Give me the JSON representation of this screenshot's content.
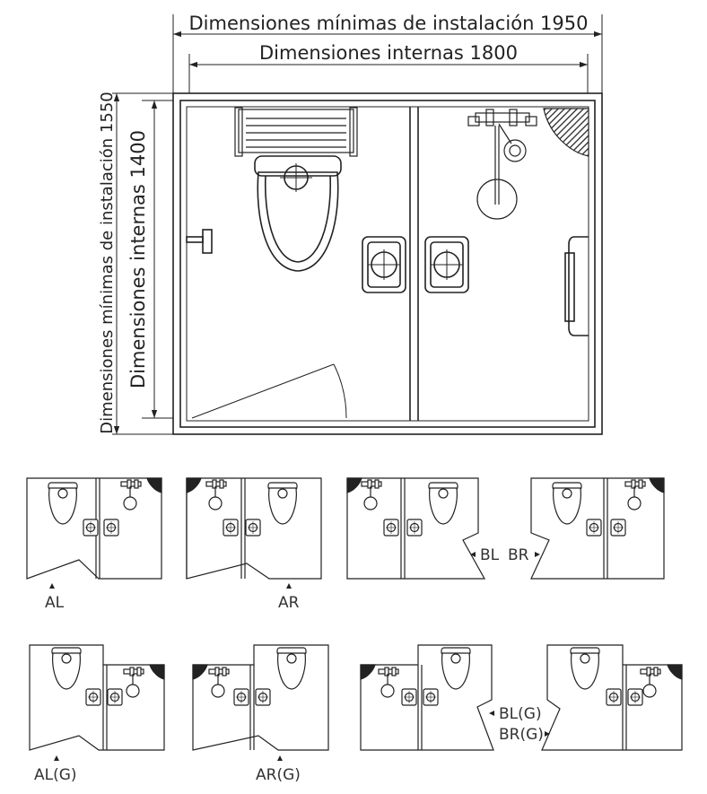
{
  "dimensions": {
    "min_width": "Dimensiones mínimas de instalación 1950",
    "int_width": "Dimensiones internas 1800",
    "min_height": "Dimensiones mínimas de instalación 1550",
    "int_height": "Dimensiones internas 1400"
  },
  "variants": {
    "AL": "AL",
    "AR": "AR",
    "BL": "BL",
    "BR": "BR",
    "ALG": "AL(G)",
    "ARG": "AR(G)",
    "BLG": "BL(G)",
    "BRG": "BR(G)"
  },
  "colors": {
    "line": "#222222"
  }
}
